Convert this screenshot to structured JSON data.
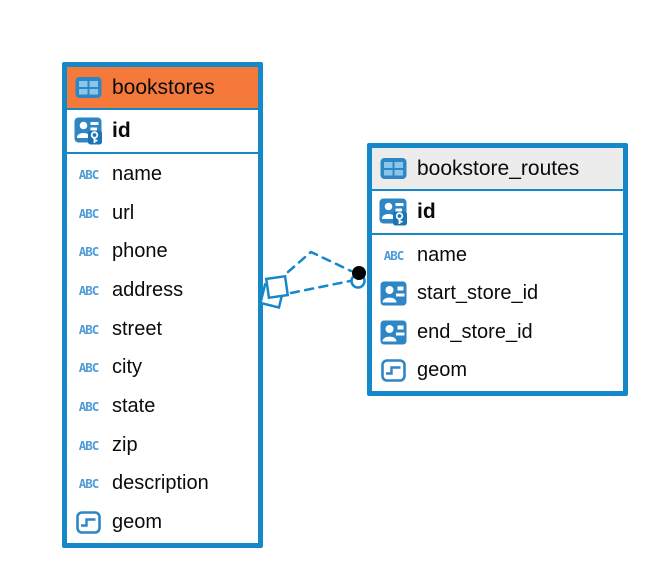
{
  "app": {
    "type": "database-er-diagram"
  },
  "colors": {
    "border_blue": "#1588C9",
    "header_orange": "#F5793B",
    "header_gray": "#ECECEC",
    "icon_blue": "#2E86C5",
    "icon_blue_dark": "#1B74B4",
    "icon_blue_light": "#8CC5EC",
    "abc_blue": "#4E9CD8",
    "text_color": "#0B0B0B",
    "canvas_bg": "#FFFFFF",
    "connector_dot": "#000000"
  },
  "text_icon_glyph": "ABC",
  "tables": [
    {
      "name": "bookstores",
      "header_theme": "orange",
      "header_icon": "table-icon",
      "key_columns": [
        {
          "label": "id",
          "icon": "primary-key-icon"
        }
      ],
      "columns": [
        {
          "label": "name",
          "icon": "text-icon"
        },
        {
          "label": "url",
          "icon": "text-icon"
        },
        {
          "label": "phone",
          "icon": "text-icon"
        },
        {
          "label": "address",
          "icon": "text-icon"
        },
        {
          "label": "street",
          "icon": "text-icon"
        },
        {
          "label": "city",
          "icon": "text-icon"
        },
        {
          "label": "state",
          "icon": "text-icon"
        },
        {
          "label": "zip",
          "icon": "text-icon"
        },
        {
          "label": "description",
          "icon": "text-icon"
        },
        {
          "label": "geom",
          "icon": "geometry-icon"
        }
      ]
    },
    {
      "name": "bookstore_routes",
      "header_theme": "gray",
      "header_icon": "table-icon",
      "key_columns": [
        {
          "label": "id",
          "icon": "primary-key-icon"
        }
      ],
      "columns": [
        {
          "label": "name",
          "icon": "text-icon"
        },
        {
          "label": "start_store_id",
          "icon": "reference-icon"
        },
        {
          "label": "end_store_id",
          "icon": "reference-icon"
        },
        {
          "label": "geom",
          "icon": "geometry-icon"
        }
      ]
    }
  ],
  "relationships": [
    {
      "from_table": "bookstore_routes",
      "to_table": "bookstores",
      "line_style": "dashed",
      "line_count": 2,
      "color": "#1588C9",
      "source_symbol": "stacked-squares",
      "target_symbol": "filled-circle"
    }
  ],
  "icon_legend": {
    "table-icon": "table grid",
    "primary-key-icon": "person with key (primary key)",
    "reference-icon": "person badge (foreign key reference)",
    "text-icon": "ABC text column type",
    "geometry-icon": "polyline geometry column type"
  }
}
